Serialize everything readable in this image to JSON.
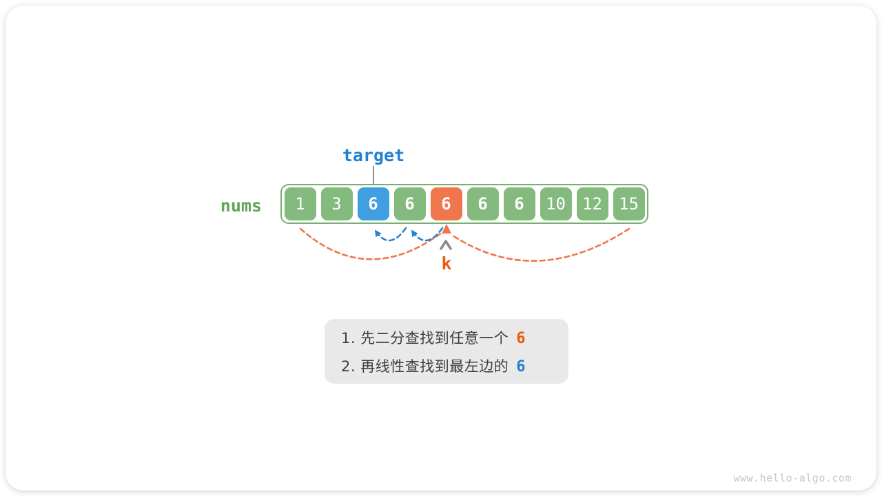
{
  "diagram": {
    "target_label": "target",
    "nums_label": "nums",
    "k_label": "k"
  },
  "array": {
    "cells": [
      {
        "value": "1",
        "state": "green",
        "bold": false
      },
      {
        "value": "3",
        "state": "green",
        "bold": false
      },
      {
        "value": "6",
        "state": "blue",
        "bold": true
      },
      {
        "value": "6",
        "state": "green",
        "bold": true
      },
      {
        "value": "6",
        "state": "orange",
        "bold": true
      },
      {
        "value": "6",
        "state": "green",
        "bold": true
      },
      {
        "value": "6",
        "state": "green",
        "bold": true
      },
      {
        "value": "10",
        "state": "green",
        "bold": false
      },
      {
        "value": "12",
        "state": "green",
        "bold": false
      },
      {
        "value": "15",
        "state": "green",
        "bold": false
      }
    ]
  },
  "note": {
    "line1_prefix": "1. 先二分查找到任意一个",
    "line1_value": "6",
    "line2_prefix": "2. 再线性查找到最左边的",
    "line2_value": "6"
  },
  "watermark": "www.hello-algo.com",
  "colors": {
    "cell_green": "#85ba7f",
    "green_border": "#76b06e",
    "green_text": "#63a45a",
    "cell_blue": "#3f9fe0",
    "cell_orange": "#ef764d",
    "arc_blue": "#2585d4",
    "arc_orange": "#ef764d",
    "text_blue": "#2180d2",
    "text_orange": "#e95c10",
    "note_bg": "#e9e9e9",
    "note_text": "#3e3e3e",
    "watermark": "#c6c6c6",
    "gray": "#8a8a8a"
  }
}
